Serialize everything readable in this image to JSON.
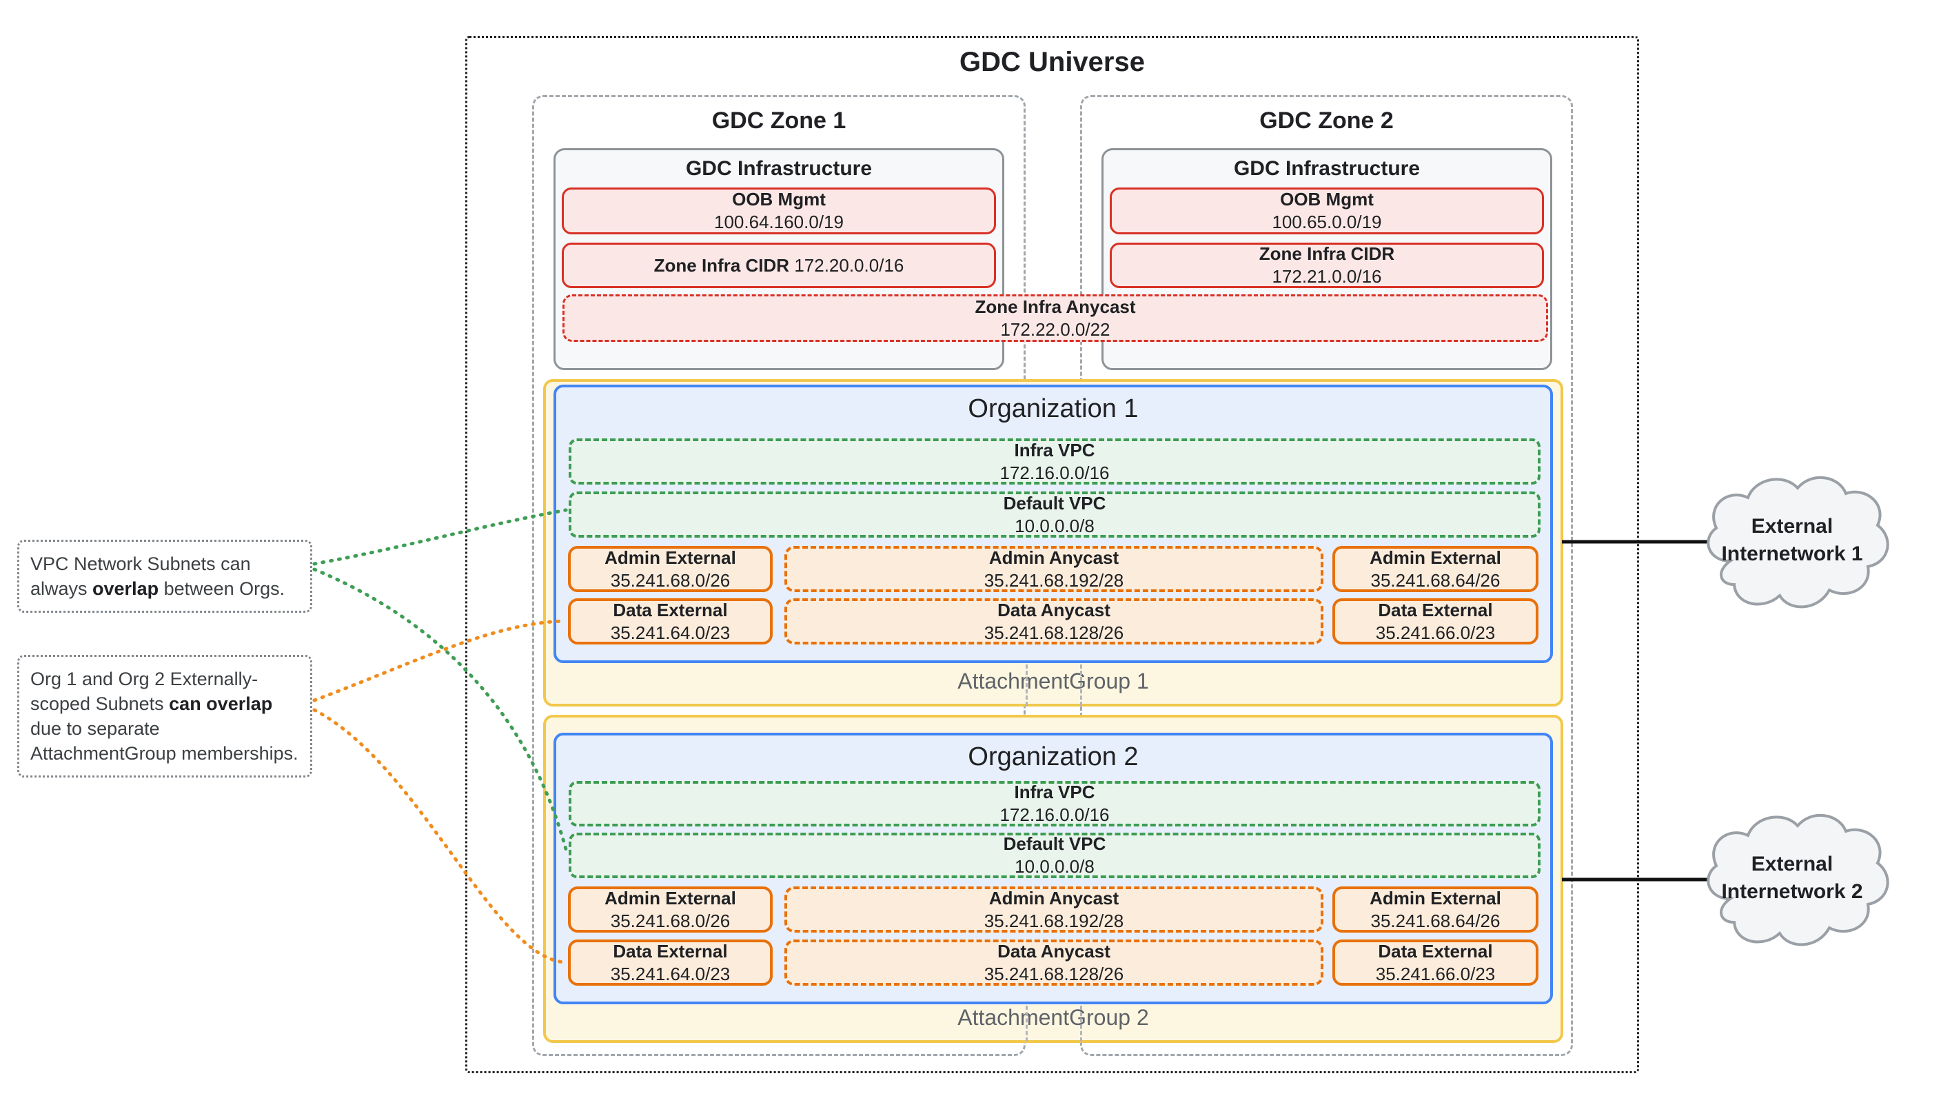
{
  "universe": {
    "title": "GDC Universe"
  },
  "zones": [
    {
      "title": "GDC Zone 1",
      "infra_title": "GDC Infrastructure",
      "oob": {
        "label": "OOB Mgmt",
        "cidr": "100.64.160.0/19"
      },
      "zone_infra": {
        "label": "Zone Infra CIDR",
        "cidr": "172.20.0.0/16"
      }
    },
    {
      "title": "GDC Zone 2",
      "infra_title": "GDC Infrastructure",
      "oob": {
        "label": "OOB Mgmt",
        "cidr": "100.65.0.0/19"
      },
      "zone_infra": {
        "label": "Zone Infra CIDR",
        "cidr": "172.21.0.0/16"
      }
    }
  ],
  "anycast": {
    "label": "Zone Infra Anycast",
    "cidr": "172.22.0.0/22"
  },
  "groups": [
    {
      "label": "AttachmentGroup 1",
      "org": {
        "title": "Organization 1",
        "vpcs": [
          {
            "label": "Infra VPC",
            "cidr": "172.16.0.0/16"
          },
          {
            "label": "Default VPC",
            "cidr": "10.0.0.0/8"
          }
        ],
        "subnets": [
          {
            "label": "Admin External",
            "cidr": "35.241.68.0/26",
            "style": "solid"
          },
          {
            "label": "Admin Anycast",
            "cidr": "35.241.68.192/28",
            "style": "dashed"
          },
          {
            "label": "Admin External",
            "cidr": "35.241.68.64/26",
            "style": "solid"
          },
          {
            "label": "Data External",
            "cidr": "35.241.64.0/23",
            "style": "solid"
          },
          {
            "label": "Data Anycast",
            "cidr": "35.241.68.128/26",
            "style": "dashed"
          },
          {
            "label": "Data External",
            "cidr": "35.241.66.0/23",
            "style": "solid"
          }
        ]
      }
    },
    {
      "label": "AttachmentGroup 2",
      "org": {
        "title": "Organization 2",
        "vpcs": [
          {
            "label": "Infra VPC",
            "cidr": "172.16.0.0/16"
          },
          {
            "label": "Default VPC",
            "cidr": "10.0.0.0/8"
          }
        ],
        "subnets": [
          {
            "label": "Admin External",
            "cidr": "35.241.68.0/26",
            "style": "solid"
          },
          {
            "label": "Admin Anycast",
            "cidr": "35.241.68.192/28",
            "style": "dashed"
          },
          {
            "label": "Admin External",
            "cidr": "35.241.68.64/26",
            "style": "solid"
          },
          {
            "label": "Data External",
            "cidr": "35.241.64.0/23",
            "style": "solid"
          },
          {
            "label": "Data Anycast",
            "cidr": "35.241.68.128/26",
            "style": "dashed"
          },
          {
            "label": "Data External",
            "cidr": "35.241.66.0/23",
            "style": "solid"
          }
        ]
      }
    }
  ],
  "annotations": [
    {
      "pre": "VPC Network Subnets can always ",
      "bold": "overlap",
      "post": " between Orgs."
    },
    {
      "pre": "Org 1 and Org 2 Externally-scoped Subnets ",
      "bold": "can overlap",
      "post": " due to separate AttachmentGroup memberships."
    }
  ],
  "clouds": [
    {
      "line1": "External",
      "line2": "Internetwork 1"
    },
    {
      "line1": "External",
      "line2": "Internetwork 2"
    }
  ],
  "colors": {
    "red_border": "#d93025",
    "red_fill": "#fbe8e6",
    "green_border": "#3d9d53",
    "green_fill": "#e9f4ec",
    "orange_border": "#e8710a",
    "orange_fill": "#fcecdb",
    "blue_border": "#4285f4",
    "blue_fill": "#e7effd",
    "yellow_border": "#f2c84b",
    "yellow_fill": "#fdf7e2",
    "gray_border": "#9aa0a6",
    "infra_fill": "#f7f8f9",
    "connector_green": "#3f9e55",
    "connector_orange": "#f08c1d"
  }
}
